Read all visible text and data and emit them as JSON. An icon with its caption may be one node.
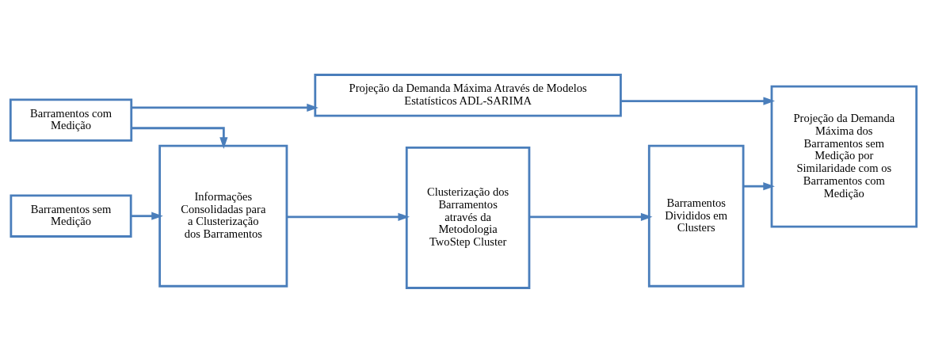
{
  "diagram": {
    "nodes": [
      {
        "text": [
          "Barramentos com Medição"
        ]
      },
      {
        "text": [
          "Barramentos sem Medição"
        ]
      },
      {
        "text": [
          "Projeção da Demanda Máxima Através de Modelos Estatísticos ADL-SARIMA"
        ]
      },
      {
        "text": [
          "Informações Consolidadas para a Clusterização dos Barramentos"
        ]
      },
      {
        "text": [
          "Clusterização dos Barramentos através da Metodologia TwoStep Cluster"
        ]
      },
      {
        "text": [
          "Barramentos Divididos em Clusters"
        ]
      },
      {
        "text": [
          "Projeção da Demanda Máxima dos Barramentos sem Medição por Similaridade com os Barramentos com Medição"
        ]
      }
    ],
    "edges": [
      {
        "from": 0,
        "to": 2,
        "arrow": "to"
      },
      {
        "from": 2,
        "to": 6,
        "arrow": "to"
      },
      {
        "from": 0,
        "to": 3,
        "arrow": "to"
      },
      {
        "from": 1,
        "to": 3,
        "arrow": "to"
      },
      {
        "from": 3,
        "to": 4,
        "arrow": "to"
      },
      {
        "from": 4,
        "to": 5,
        "arrow": "to"
      },
      {
        "from": 5,
        "to": 6,
        "arrow": "to"
      }
    ]
  }
}
